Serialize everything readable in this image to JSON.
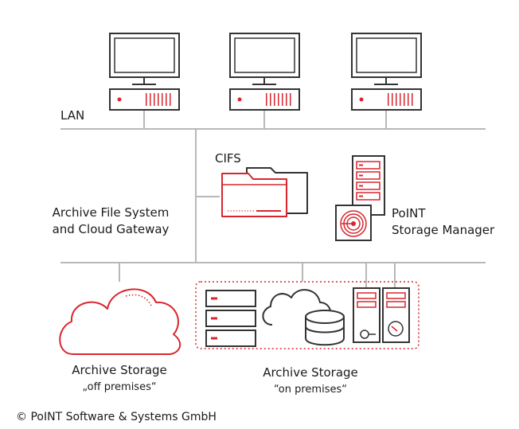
{
  "labels": {
    "lan": "LAN",
    "cifs": "CIFS",
    "archive_fs_line1": "Archive File System",
    "archive_fs_line2": "and Cloud Gateway",
    "point_line1": "PoINT",
    "point_line2": "Storage Manager",
    "off_title": "Archive Storage",
    "off_sub": "„off premises“",
    "on_title": "Archive Storage",
    "on_sub": "“on premises“",
    "copyright": "© PoINT Software & Systems GmbH"
  },
  "colors": {
    "accent": "#d9262e",
    "line": "#b8b8b8",
    "stroke": "#333333"
  },
  "nodes": {
    "clients": [
      "computer-icon",
      "computer-icon",
      "computer-icon"
    ],
    "gateway_icons": [
      "folder-icon",
      "server-rack-icon",
      "target-icon"
    ],
    "off_premises": [
      "cloud-icon"
    ],
    "on_premises": [
      "disk-array-icon",
      "cloud-icon",
      "database-icon",
      "tape-library-icon",
      "optical-jukebox-icon"
    ]
  }
}
